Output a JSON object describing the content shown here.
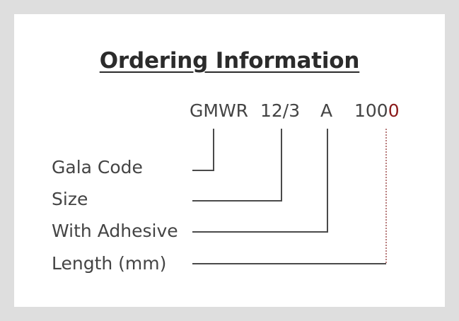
{
  "title": "Ordering Information",
  "code": {
    "gala_code": "GMWR",
    "size": "12/3",
    "adhesive": "A",
    "length_prefix": "100",
    "length_last": "0"
  },
  "labels": {
    "gala_code": "Gala Code",
    "size": "Size",
    "with_adhesive": "With Adhesive",
    "length": "Length (mm)"
  },
  "colors": {
    "text": "#444444",
    "accent": "#8b1a1a",
    "line": "#4a4a4a",
    "background": "#dedede",
    "card": "#ffffff"
  }
}
